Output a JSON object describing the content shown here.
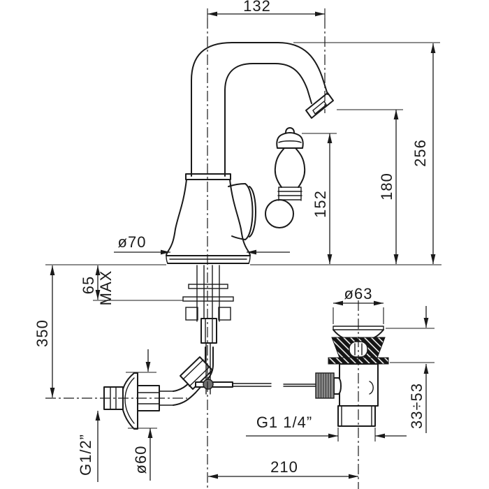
{
  "drawing": {
    "type": "technical-dimension-drawing",
    "subject": "single-lever basin mixer with swan-neck spout and pop-up waste",
    "background": "#ffffff",
    "line_color": "#1a1a1a",
    "dimensions": {
      "spout_reach": "132",
      "overall_height": "256",
      "spout_outlet_height": "180",
      "handle_height": "152",
      "base_diameter": "ø70",
      "deck_max": "65",
      "deck_max_suffix": "MAX",
      "inlet_drop": "350",
      "waste_flange_diameter": "ø63",
      "waste_clamp_range": "33÷53",
      "waste_thread": "G1 1/4”",
      "centre_distance": "210",
      "inlet_thread": "G1/2”",
      "escutcheon_diameter": "ø60"
    }
  }
}
